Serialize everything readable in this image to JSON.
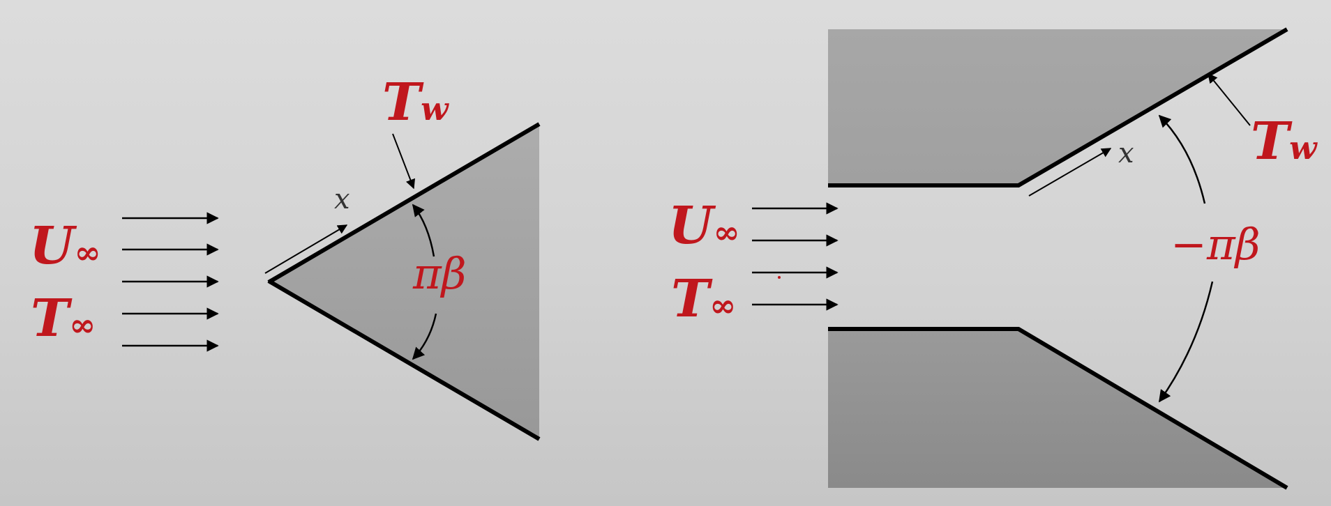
{
  "left_diagram": {
    "velocity": {
      "symbol": "U",
      "subscript": "∞"
    },
    "temperature": {
      "symbol": "T",
      "subscript": "∞"
    },
    "wall_temperature": {
      "symbol": "T",
      "subscript": "w"
    },
    "coordinate": "x",
    "angle": "πβ"
  },
  "right_diagram": {
    "velocity": {
      "symbol": "U",
      "subscript": "∞"
    },
    "temperature": {
      "symbol": "T",
      "subscript": "∞"
    },
    "wall_temperature": {
      "symbol": "T",
      "subscript": "w"
    },
    "coordinate": "x",
    "angle": "−πβ"
  },
  "colors": {
    "label_red": "#c0171d",
    "solid_gray": "#a2a2a2",
    "line_black": "#000000"
  }
}
